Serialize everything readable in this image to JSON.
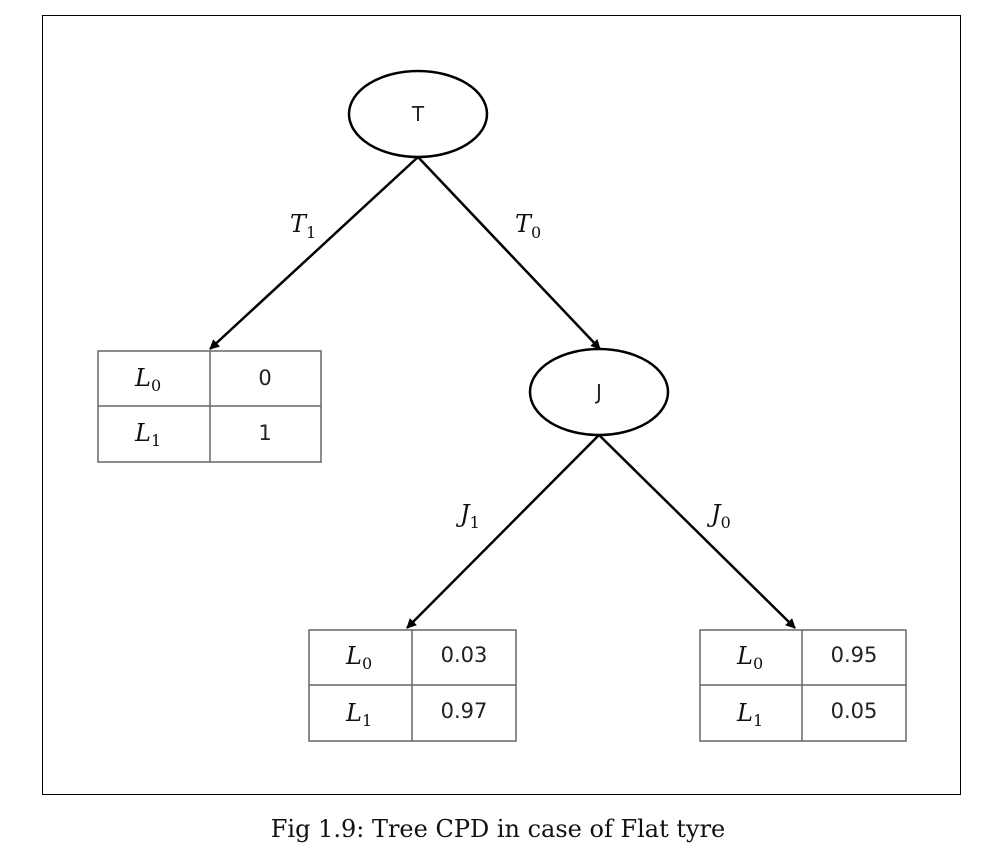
{
  "caption": "Fig 1.9: Tree CPD in case of Flat tyre",
  "nodes": {
    "t": {
      "label": "T"
    },
    "j": {
      "label": "J"
    }
  },
  "edges": {
    "t_left": {
      "var": "T",
      "sub": "1"
    },
    "t_right": {
      "var": "T",
      "sub": "0"
    },
    "j_left": {
      "var": "J",
      "sub": "1"
    },
    "j_right": {
      "var": "J",
      "sub": "0"
    }
  },
  "tables": {
    "t1": {
      "rows": [
        {
          "var": "L",
          "sub": "0",
          "value": "0"
        },
        {
          "var": "L",
          "sub": "1",
          "value": "1"
        }
      ]
    },
    "j1": {
      "rows": [
        {
          "var": "L",
          "sub": "0",
          "value": "0.03"
        },
        {
          "var": "L",
          "sub": "1",
          "value": "0.97"
        }
      ]
    },
    "j0": {
      "rows": [
        {
          "var": "L",
          "sub": "0",
          "value": "0.95"
        },
        {
          "var": "L",
          "sub": "1",
          "value": "0.05"
        }
      ]
    }
  }
}
